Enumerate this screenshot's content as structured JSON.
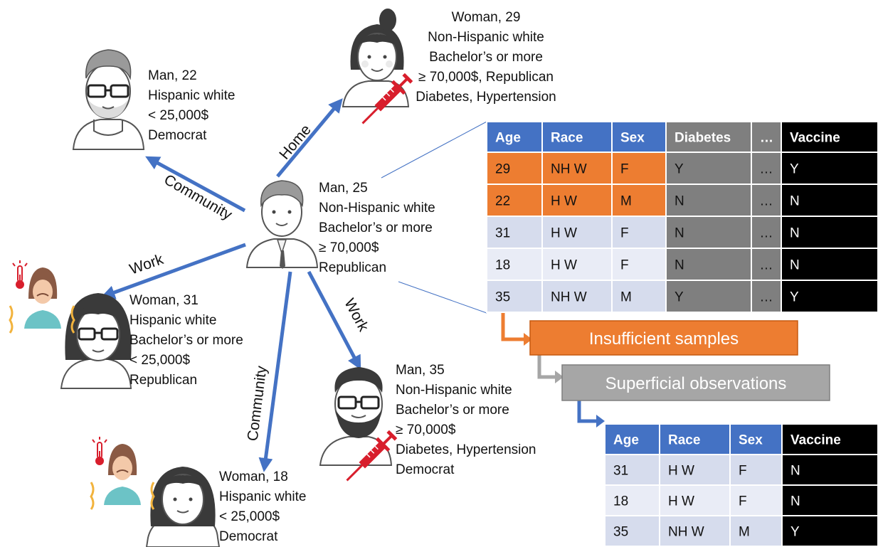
{
  "people": {
    "center": {
      "line1": "Man, 25",
      "line2": "Non-Hispanic white",
      "line3": "Bachelor’s or more",
      "line4": "≥ 70,000$",
      "line5": "Republican"
    },
    "man22": {
      "line1": "Man, 22",
      "line2": "Hispanic white",
      "line3": "< 25,000$",
      "line4": "Democrat"
    },
    "woman29": {
      "line1": "Woman, 29",
      "line2": "Non-Hispanic white",
      "line3": "Bachelor’s or more",
      "line4": "≥ 70,000$, Republican",
      "line5": "Diabetes, Hypertension"
    },
    "woman31": {
      "line1": "Woman, 31",
      "line2": "Hispanic white",
      "line3": "Bachelor’s or more",
      "line4": "< 25,000$",
      "line5": "Republican"
    },
    "man35": {
      "line1": "Man, 35",
      "line2": "Non-Hispanic white",
      "line3": "Bachelor’s or more",
      "line4": "≥ 70,000$",
      "line5": "Diabetes, Hypertension",
      "line6": "Democrat"
    },
    "woman18": {
      "line1": "Woman, 18",
      "line2": "Hispanic white",
      "line3": "< 25,000$",
      "line4": "Democrat"
    }
  },
  "edges": {
    "home": "Home",
    "community_top": "Community",
    "work_left": "Work",
    "work_right": "Work",
    "community_bottom": "Community"
  },
  "table1": {
    "headers": [
      "Age",
      "Race",
      "Sex",
      "Diabetes",
      "…",
      "Vaccine"
    ],
    "rows": [
      [
        "29",
        "NH W",
        "F",
        "Y",
        "…",
        "Y"
      ],
      [
        "22",
        "H W",
        "M",
        "N",
        "…",
        "N"
      ],
      [
        "31",
        "H W",
        "F",
        "N",
        "…",
        "N"
      ],
      [
        "18",
        "H W",
        "F",
        "N",
        "…",
        "N"
      ],
      [
        "35",
        "NH W",
        "M",
        "Y",
        "…",
        "Y"
      ]
    ]
  },
  "boxes": {
    "insufficient": "Insufficient samples",
    "superficial": "Superficial observations"
  },
  "table2": {
    "headers": [
      "Age",
      "Race",
      "Sex",
      "Vaccine"
    ],
    "rows": [
      [
        "31",
        "H W",
        "F",
        "N"
      ],
      [
        "18",
        "H W",
        "F",
        "N"
      ],
      [
        "35",
        "NH W",
        "M",
        "Y"
      ]
    ]
  },
  "colors": {
    "blue": "#4472c4",
    "orange": "#ed7d31",
    "gray": "#a6a6a6",
    "dark_gray": "#7f7f7f",
    "black": "#000000",
    "light_blue": "#d6dced",
    "lighter_blue": "#e9ecf6",
    "syringe_red": "#d81e2c"
  }
}
